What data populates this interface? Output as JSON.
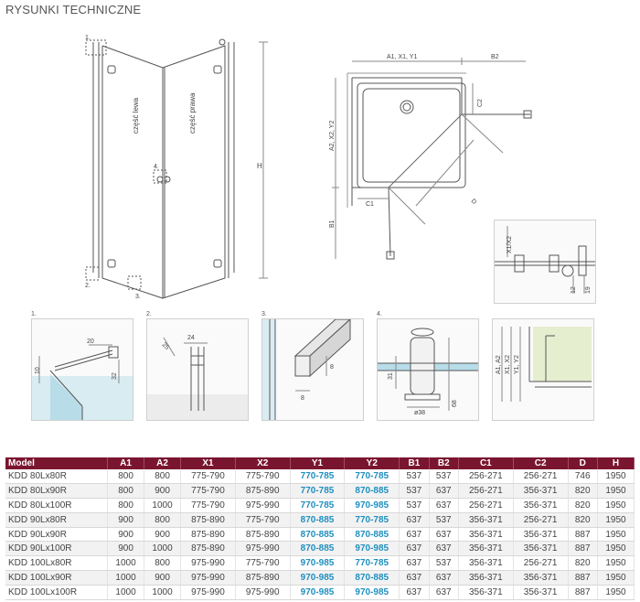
{
  "title": "RYSUNKI TECHNICZNE",
  "front_view": {
    "left_label": "część lewa",
    "right_label": "część prawa",
    "height_label": "H",
    "markers": [
      "1.",
      "2.",
      "3.",
      "4."
    ]
  },
  "plan_view": {
    "top_left_label": "A1, X1, Y1",
    "top_right_label": "B2",
    "left_upper_label": "A2, X2, Y2",
    "left_lower_label": "B1",
    "c1_label": "C1",
    "c2_label": "C2",
    "d_label": "D"
  },
  "side_detail": {
    "label": "X1/X2",
    "dim_12": "12",
    "dim_19": "19"
  },
  "details": {
    "d1": {
      "num": "1.",
      "dims": [
        "20",
        "10",
        "32"
      ]
    },
    "d2": {
      "num": "2.",
      "dims": [
        "24",
        "25"
      ]
    },
    "d3": {
      "num": "3.",
      "dims": [
        "8",
        "8"
      ]
    },
    "d4": {
      "num": "4.",
      "dims": [
        "31",
        "ø38",
        "68"
      ]
    },
    "d5": {
      "labels": [
        "A1, A2",
        "X1, X2",
        "Y1, Y2"
      ]
    }
  },
  "table": {
    "headers": [
      "Model",
      "A1",
      "A2",
      "X1",
      "X2",
      "Y1",
      "Y2",
      "B1",
      "B2",
      "C1",
      "C2",
      "D",
      "H"
    ],
    "rows": [
      [
        "KDD 80Lx80R",
        "800",
        "800",
        "775-790",
        "775-790",
        "770-785",
        "770-785",
        "537",
        "537",
        "256-271",
        "256-271",
        "746",
        "1950"
      ],
      [
        "KDD 80Lx90R",
        "800",
        "900",
        "775-790",
        "875-890",
        "770-785",
        "870-885",
        "537",
        "637",
        "256-271",
        "356-371",
        "820",
        "1950"
      ],
      [
        "KDD 80Lx100R",
        "800",
        "1000",
        "775-790",
        "975-990",
        "770-785",
        "970-985",
        "537",
        "637",
        "256-271",
        "356-371",
        "820",
        "1950"
      ],
      [
        "KDD 90Lx80R",
        "900",
        "800",
        "875-890",
        "775-790",
        "870-885",
        "770-785",
        "637",
        "537",
        "356-371",
        "256-271",
        "820",
        "1950"
      ],
      [
        "KDD 90Lx90R",
        "900",
        "900",
        "875-890",
        "875-890",
        "870-885",
        "870-885",
        "637",
        "637",
        "356-371",
        "356-371",
        "887",
        "1950"
      ],
      [
        "KDD 90Lx100R",
        "900",
        "1000",
        "875-890",
        "975-990",
        "870-885",
        "970-985",
        "637",
        "637",
        "356-371",
        "356-371",
        "887",
        "1950"
      ],
      [
        "KDD 100Lx80R",
        "1000",
        "800",
        "975-990",
        "775-790",
        "970-985",
        "770-785",
        "637",
        "537",
        "356-371",
        "256-271",
        "820",
        "1950"
      ],
      [
        "KDD 100Lx90R",
        "1000",
        "900",
        "975-990",
        "875-890",
        "970-985",
        "870-885",
        "637",
        "637",
        "356-371",
        "356-371",
        "887",
        "1950"
      ],
      [
        "KDD 100Lx100R",
        "1000",
        "1000",
        "975-990",
        "975-990",
        "970-985",
        "970-985",
        "637",
        "637",
        "356-371",
        "356-371",
        "887",
        "1950"
      ]
    ]
  }
}
